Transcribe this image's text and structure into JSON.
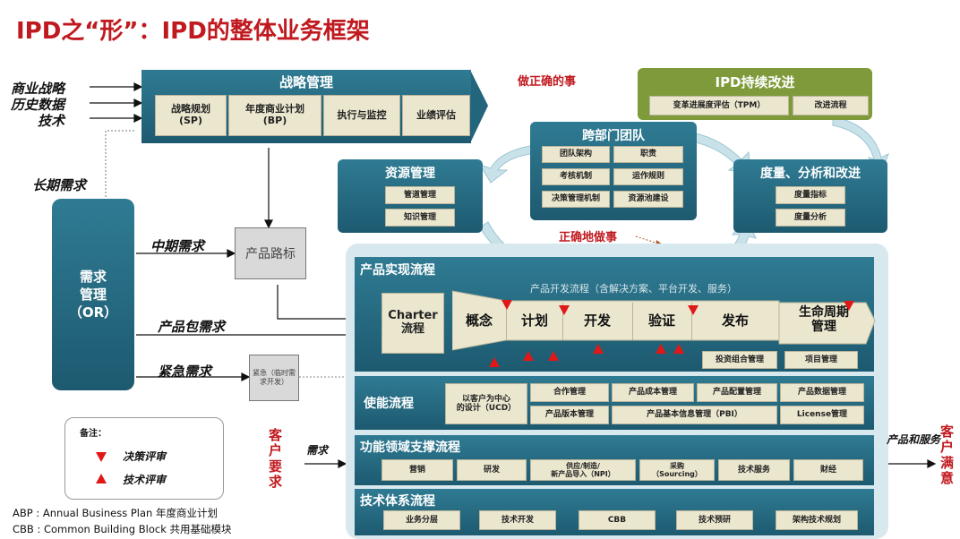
{
  "title": "IPD之“形”：IPD的整体业务框架",
  "inputs": [
    "商业战略",
    "历史数据",
    "技术"
  ],
  "strategy": {
    "title": "战略管理",
    "items": [
      {
        "line1": "战略规划",
        "line2": "(SP)"
      },
      {
        "line1": "年度商业计划",
        "line2": "(BP)"
      },
      {
        "line1": "执行与监控",
        "line2": ""
      },
      {
        "line1": "业绩评估",
        "line2": ""
      }
    ]
  },
  "do_right_things": "做正确的事",
  "do_things_right": "正确地做事",
  "continuous": {
    "title": "IPD持续改进",
    "items": [
      "变革进展度评估（TPM）",
      "改进流程"
    ]
  },
  "cross_team": {
    "title": "跨部门团队",
    "items": [
      "团队架构",
      "职责",
      "考核机制",
      "运作规则",
      "决策管理机制",
      "资源池建设"
    ]
  },
  "resource": {
    "title": "资源管理",
    "items": [
      "管道管理",
      "知识管理"
    ]
  },
  "measure": {
    "title": "度量、分析和改进",
    "items": [
      "度量指标",
      "度量分析"
    ]
  },
  "demand_mgmt": {
    "line1": "需求",
    "line2": "管理",
    "line3": "（OR）"
  },
  "demands": {
    "long": "长期需求",
    "mid": "中期需求",
    "package": "产品包需求",
    "urgent": "紧急需求",
    "customer": "需求"
  },
  "roadmap": "产品路标",
  "urgent_doc": "紧急（临时需求开发）",
  "product_flow": {
    "title": "产品实现流程",
    "subtitle": "产品开发流程（含解决方案、平台开发、服务）",
    "charter_line1": "Charter",
    "charter_line2": "流程",
    "stages": [
      "概念",
      "计划",
      "开发",
      "验证",
      "发布"
    ],
    "lifecycle_line1": "生命周期",
    "lifecycle_line2": "管理",
    "sub_items": [
      "投资组合管理",
      "项目管理"
    ]
  },
  "enable_flow": {
    "title": "使能流程",
    "ucd_line1": "以客户为中心",
    "ucd_line2": "的设计（UCD）",
    "row1": [
      "合作管理",
      "产品成本管理",
      "产品配置管理",
      "产品数据管理"
    ],
    "row2": [
      "产品版本管理",
      "产品基本信息管理（PBI）",
      "License管理"
    ]
  },
  "support_flow": {
    "title": "功能领域支撑流程",
    "items": [
      "营销",
      "研发",
      "供应/制造/新产品导入（NPI）",
      "采购（Sourcing）",
      "技术服务",
      "财经"
    ],
    "npi_line1": "供应/制造/",
    "npi_line2": "新产品导入（NPI）",
    "src_line1": "采购",
    "src_line2": "（Sourcing）"
  },
  "tech_flow": {
    "title": "技术体系流程",
    "items": [
      "业务分层",
      "技术开发",
      "CBB",
      "技术预研",
      "架构技术规划"
    ]
  },
  "legend": {
    "title": "备注：",
    "decision": "决策评审",
    "technical": "技术评审"
  },
  "customer_requirement": "客户要求",
  "customer_satisfaction": "客户满意",
  "product_service": "产品和服务",
  "abbrev": [
    "ABP : Annual Business Plan 年度商业计划",
    "CBB : Common Building Block 共用基础模块"
  ],
  "colors": {
    "teal": "#22657c",
    "olive": "#7e9a3a",
    "cell": "#ebe7cf",
    "red": "#c0191f",
    "arrow": "#c9e2ea"
  }
}
